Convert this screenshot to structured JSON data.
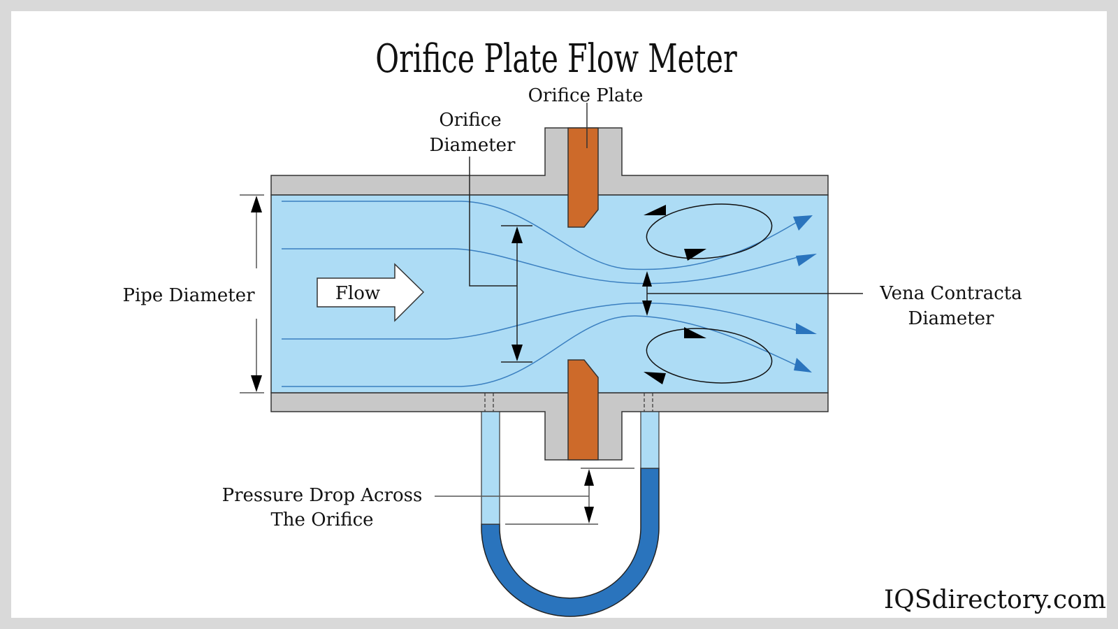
{
  "diagram": {
    "title": "Orifice Plate Flow Meter",
    "labels": {
      "orifice_plate": "Orifice Plate",
      "orifice_diameter_line1": "Orifice",
      "orifice_diameter_line2": "Diameter",
      "pipe_diameter": "Pipe Diameter",
      "flow": "Flow",
      "vena_contracta_line1": "Vena Contracta",
      "vena_contracta_line2": "Diameter",
      "pressure_drop_line1": "Pressure Drop Across",
      "pressure_drop_line2": "The Orifice"
    },
    "brand": "IQSdirectory.com",
    "colors": {
      "background": "#d9d9d9",
      "canvas": "#ffffff",
      "pipe_wall": "#c8c8c8",
      "fluid": "#addcf5",
      "streamline": "#3a7fc0",
      "orifice_plate": "#cd6a2a",
      "manometer_liquid": "#2a74bd",
      "outline": "#333333",
      "arrow": "#000000",
      "flow_arrow_head": "#2a74bd"
    }
  }
}
